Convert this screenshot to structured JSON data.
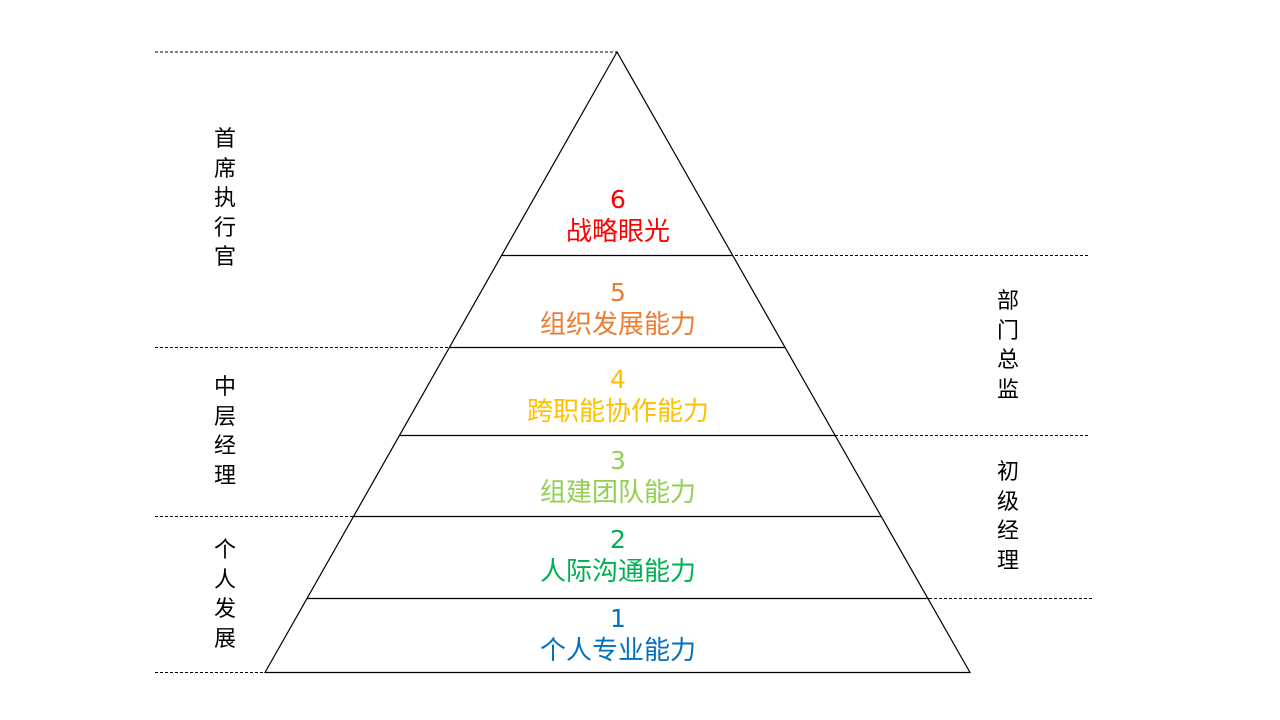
{
  "diagram": {
    "line_color": "#000000",
    "left_roles": [
      {
        "label": "首席执行官"
      },
      {
        "label": "中层经理"
      },
      {
        "label": "个人发展"
      }
    ],
    "right_roles": [
      {
        "label": "部门总监"
      },
      {
        "label": "初级经理"
      }
    ],
    "levels": [
      {
        "number": "6",
        "label": "战略眼光",
        "color": "#FF0000"
      },
      {
        "number": "5",
        "label": "组织发展能力",
        "color": "#ED7D31"
      },
      {
        "number": "4",
        "label": "跨职能协作能力",
        "color": "#FFC000"
      },
      {
        "number": "3",
        "label": "组建团队能力",
        "color": "#92D050"
      },
      {
        "number": "2",
        "label": "人际沟通能力",
        "color": "#00B050"
      },
      {
        "number": "1",
        "label": "个人专业能力",
        "color": "#0070C0"
      }
    ]
  }
}
